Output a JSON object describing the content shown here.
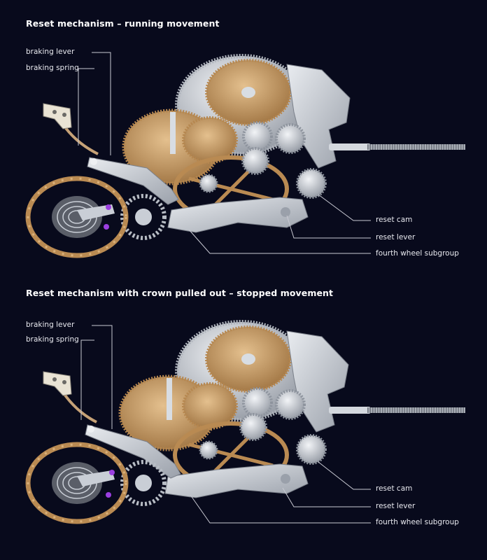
{
  "panels": [
    {
      "title": "Reset mechanism – running movement",
      "labels": {
        "braking_lever": "braking lever",
        "braking_spring": "braking spring",
        "reset_cam": "reset cam",
        "reset_lever": "reset lever",
        "fourth_wheel_subgroup": "fourth wheel subgroup"
      }
    },
    {
      "title": "Reset mechanism with crown pulled out – stopped movement",
      "labels": {
        "braking_lever": "braking lever",
        "braking_spring": "braking spring",
        "reset_cam": "reset cam",
        "reset_lever": "reset lever",
        "fourth_wheel_subgroup": "fourth wheel subgroup"
      }
    }
  ],
  "colors": {
    "background": "#080a1c",
    "text": "#ffffff",
    "leader_lines": "#c8c9d2",
    "brass": "#c79a63",
    "steel": "#c9ced6",
    "jewel": "#9b3fe0"
  }
}
